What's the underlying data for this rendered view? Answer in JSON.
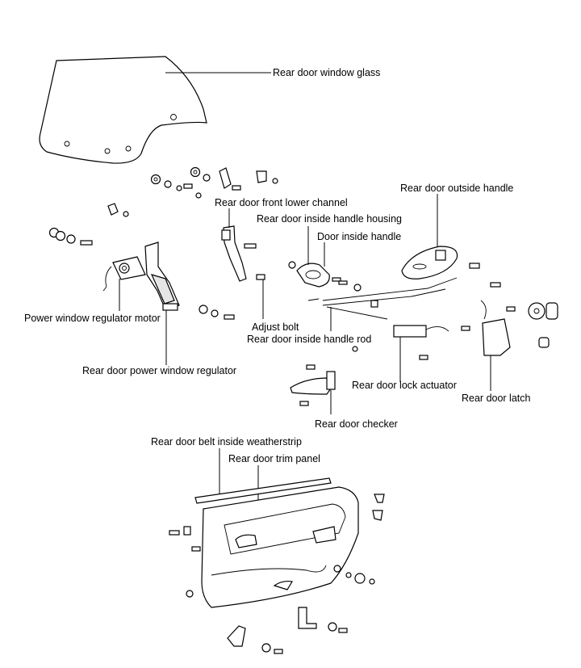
{
  "labels": {
    "window_glass": "Rear door window glass",
    "front_lower_channel": "Rear door front lower channel",
    "outside_handle": "Rear door outside handle",
    "inside_handle_housing": "Rear door inside handle housing",
    "door_inside_handle": "Door inside handle",
    "regulator_motor": "Power window regulator motor",
    "adjust_bolt": "Adjust bolt",
    "inside_handle_rod": "Rear door inside handle rod",
    "power_window_regulator": "Rear door power window regulator",
    "lock_actuator": "Rear door lock actuator",
    "latch": "Rear door latch",
    "checker": "Rear door checker",
    "belt_inside_weatherstrip": "Rear door belt inside weatherstrip",
    "trim_panel": "Rear door trim panel"
  }
}
